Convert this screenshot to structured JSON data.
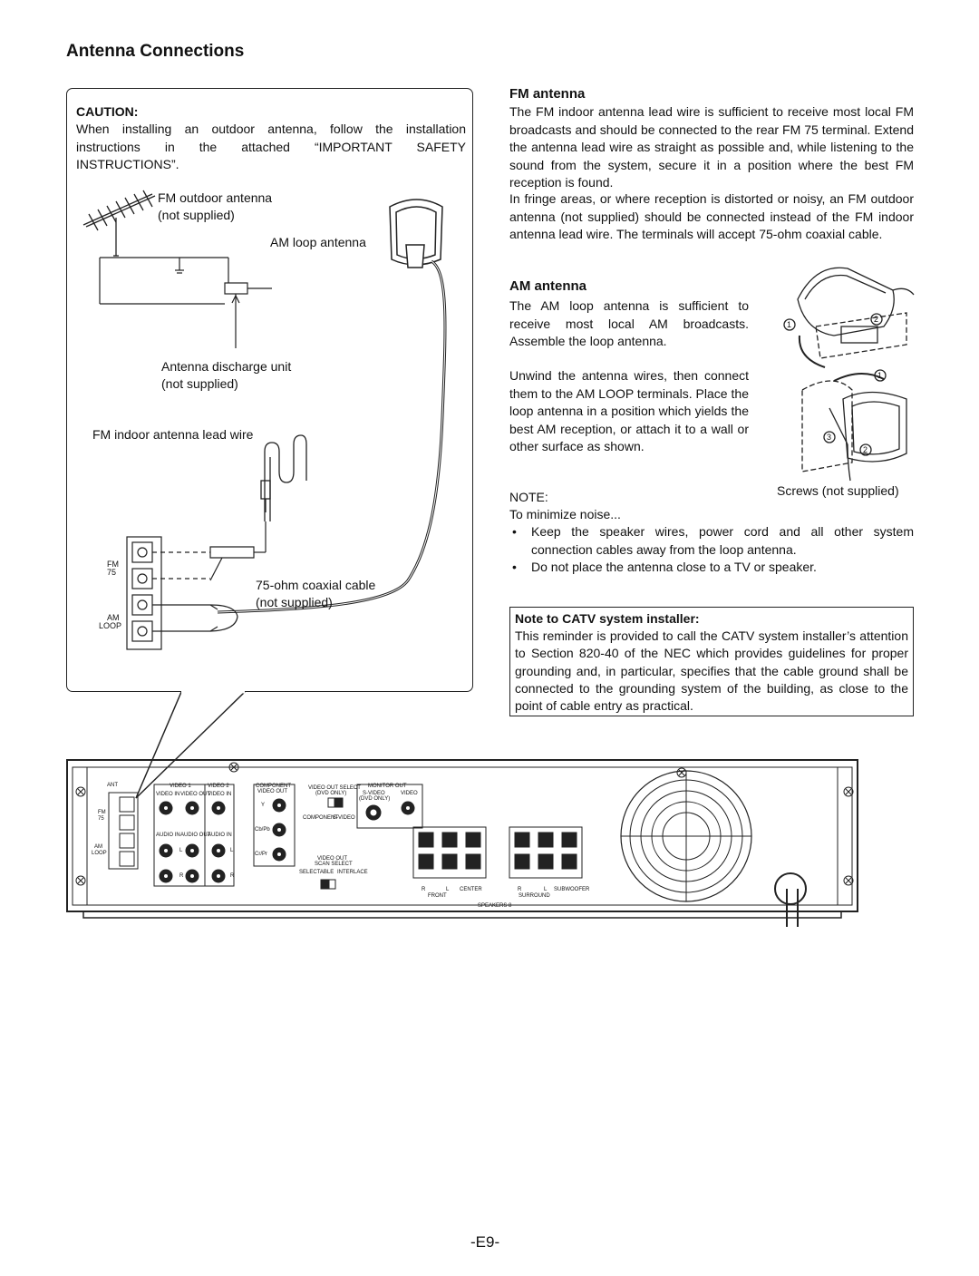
{
  "page_title": "Antenna Connections",
  "caution": {
    "heading": "CAUTION:",
    "text": "When installing an outdoor antenna, follow the installation instructions in the attached “IMPORTANT SAFETY INSTRUCTIONS”."
  },
  "diagram": {
    "fm_outdoor_line1": "FM outdoor antenna",
    "fm_outdoor_line2": "(not supplied)",
    "am_loop": "AM loop antenna",
    "discharge_line1": "Antenna discharge unit",
    "discharge_line2": "(not supplied)",
    "fm_indoor": "FM indoor antenna lead wire",
    "fm_terminal": "FM",
    "fm_ohm": "75",
    "am_terminal": "AM",
    "loop_terminal": "LOOP",
    "coax_line1": "75-ohm coaxial cable",
    "coax_line2": "(not supplied)"
  },
  "fm_antenna": {
    "heading": "FM antenna",
    "p1": "The FM indoor antenna lead wire is sufficient to receive most local FM broadcasts and should be connected to the rear FM 75   terminal. Extend the antenna lead wire as straight as possible and, while listening to the sound from the system, secure it in a position where the best FM reception is found.",
    "p2": "In fringe areas, or where reception is distorted or noisy, an FM outdoor antenna (not supplied) should be connected instead of the FM indoor antenna lead wire. The terminals will accept 75-ohm coaxial cable."
  },
  "am_antenna": {
    "heading": "AM antenna",
    "p1": "The AM loop antenna is sufficient to receive most local AM broadcasts. Assemble the loop antenna.",
    "p2": "Unwind the antenna wires, then connect them to the AM LOOP terminals. Place the loop antenna in a position which yields the best AM reception, or attach it to a wall or other surface as shown.",
    "screws": "Screws (not supplied)",
    "step1": "1",
    "step2": "2",
    "step3": "3"
  },
  "note": {
    "heading": "NOTE:",
    "intro": "To minimize noise...",
    "bullets": [
      "Keep the speaker wires, power cord and all other system connection cables away from the loop antenna.",
      "Do not place the antenna close to a TV or speaker."
    ]
  },
  "catv": {
    "heading": "Note to CATV system installer:",
    "text": "This reminder is provided to call the CATV system installer’s attention to Section 820-40 of the NEC which provides guidelines for proper grounding and, in particular, specifies that the cable ground shall be connected to the grounding system of the building, as close to the point of cable entry as practical."
  },
  "panel": {
    "ant": "ANT",
    "fm": "FM",
    "fm75": "75",
    "am": "AM",
    "loop": "LOOP",
    "video1": "VIDEO 1",
    "video2": "VIDEO 2",
    "video_in": "VIDEO IN",
    "video_out": "VIDEO OUT",
    "video_in2": "VIDEO IN",
    "audio_in": "AUDIO IN",
    "audio_out": "AUDIO OUT",
    "audio_in2": "AUDIO IN",
    "l": "L",
    "r": "R",
    "component": "COMPONENT",
    "component_video_out": "VIDEO OUT",
    "y": "Y",
    "cb": "Cb/Pb",
    "cr": "Cr/Pr",
    "vos": "VIDEO OUT SELECT",
    "dvd_only": "(DVD ONLY)",
    "component_sw": "COMPONENT",
    "svideo_sw": "S-VIDEO",
    "monitor_out": "MONITOR OUT",
    "svideo": "S-VIDEO",
    "svideo_dvd": "(DVD ONLY)",
    "video": "VIDEO",
    "scan1": "VIDEO OUT",
    "scan2": "SCAN SELECT",
    "selectable": "SELECTABLE",
    "interlace": "INTERLACE",
    "front": "FRONT",
    "center": "CENTER",
    "surround": "SURROUND",
    "subwoofer": "SUBWOOFER",
    "speakers": "SPEAKERS 8",
    "r1": "R",
    "l1": "L",
    "r2": "R",
    "l2": "L"
  },
  "page_number": "-E9-"
}
